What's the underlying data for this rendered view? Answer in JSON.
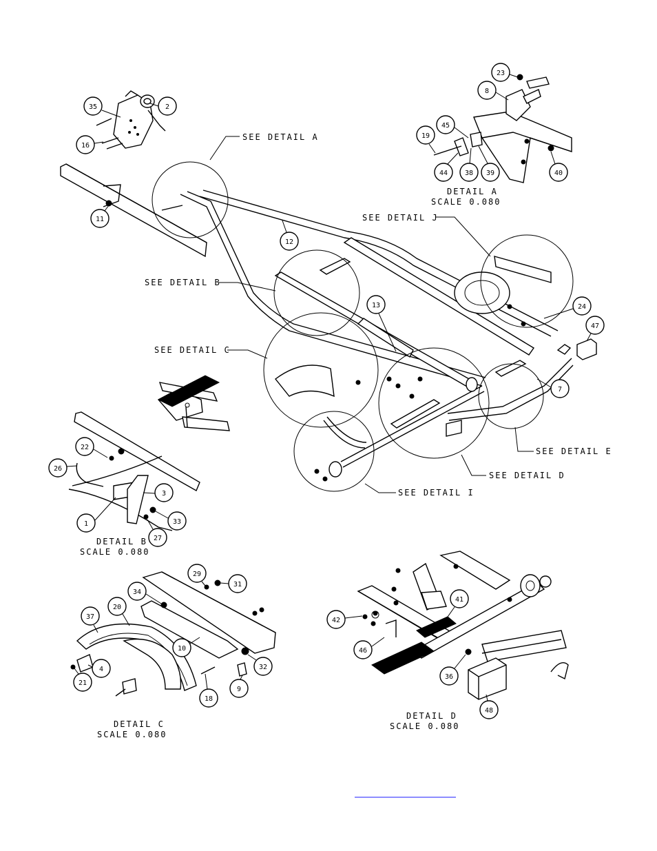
{
  "callouts": {
    "see_a": "SEE DETAIL  A",
    "see_j": "SEE DETAIL  J",
    "see_b": "SEE DETAIL  B",
    "see_c": "SEE DETAIL  C",
    "see_e": "SEE DETAIL  E",
    "see_d": "SEE DETAIL  D",
    "see_i": "SEE DETAIL  I"
  },
  "details": {
    "a": {
      "title": "DETAIL  A",
      "scale": "SCALE  0.080"
    },
    "b": {
      "title": "DETAIL  B",
      "scale": "SCALE  0.080"
    },
    "c": {
      "title": "DETAIL  C",
      "scale": "SCALE  0.080"
    },
    "d": {
      "title": "DETAIL  D",
      "scale": "SCALE  0.080"
    }
  },
  "balloons": {
    "b35": "35",
    "b2": "2",
    "b16": "16",
    "b11": "11",
    "b12": "12",
    "b23": "23",
    "b8": "8",
    "b45": "45",
    "b19": "19",
    "b44": "44",
    "b38": "38",
    "b39": "39",
    "b40": "40",
    "b13": "13",
    "b24": "24",
    "b47": "47",
    "b7": "7",
    "b22": "22",
    "b26": "26",
    "b3": "3",
    "b33": "33",
    "b1": "1",
    "b27": "27",
    "b29": "29",
    "b31": "31",
    "b34": "34",
    "b20": "20",
    "b37": "37",
    "b10": "10",
    "b32": "32",
    "b4": "4",
    "b21": "21",
    "b9": "9",
    "b18": "18",
    "b41": "41",
    "b42": "42",
    "b46": "46",
    "b36": "36",
    "b48": "48"
  }
}
